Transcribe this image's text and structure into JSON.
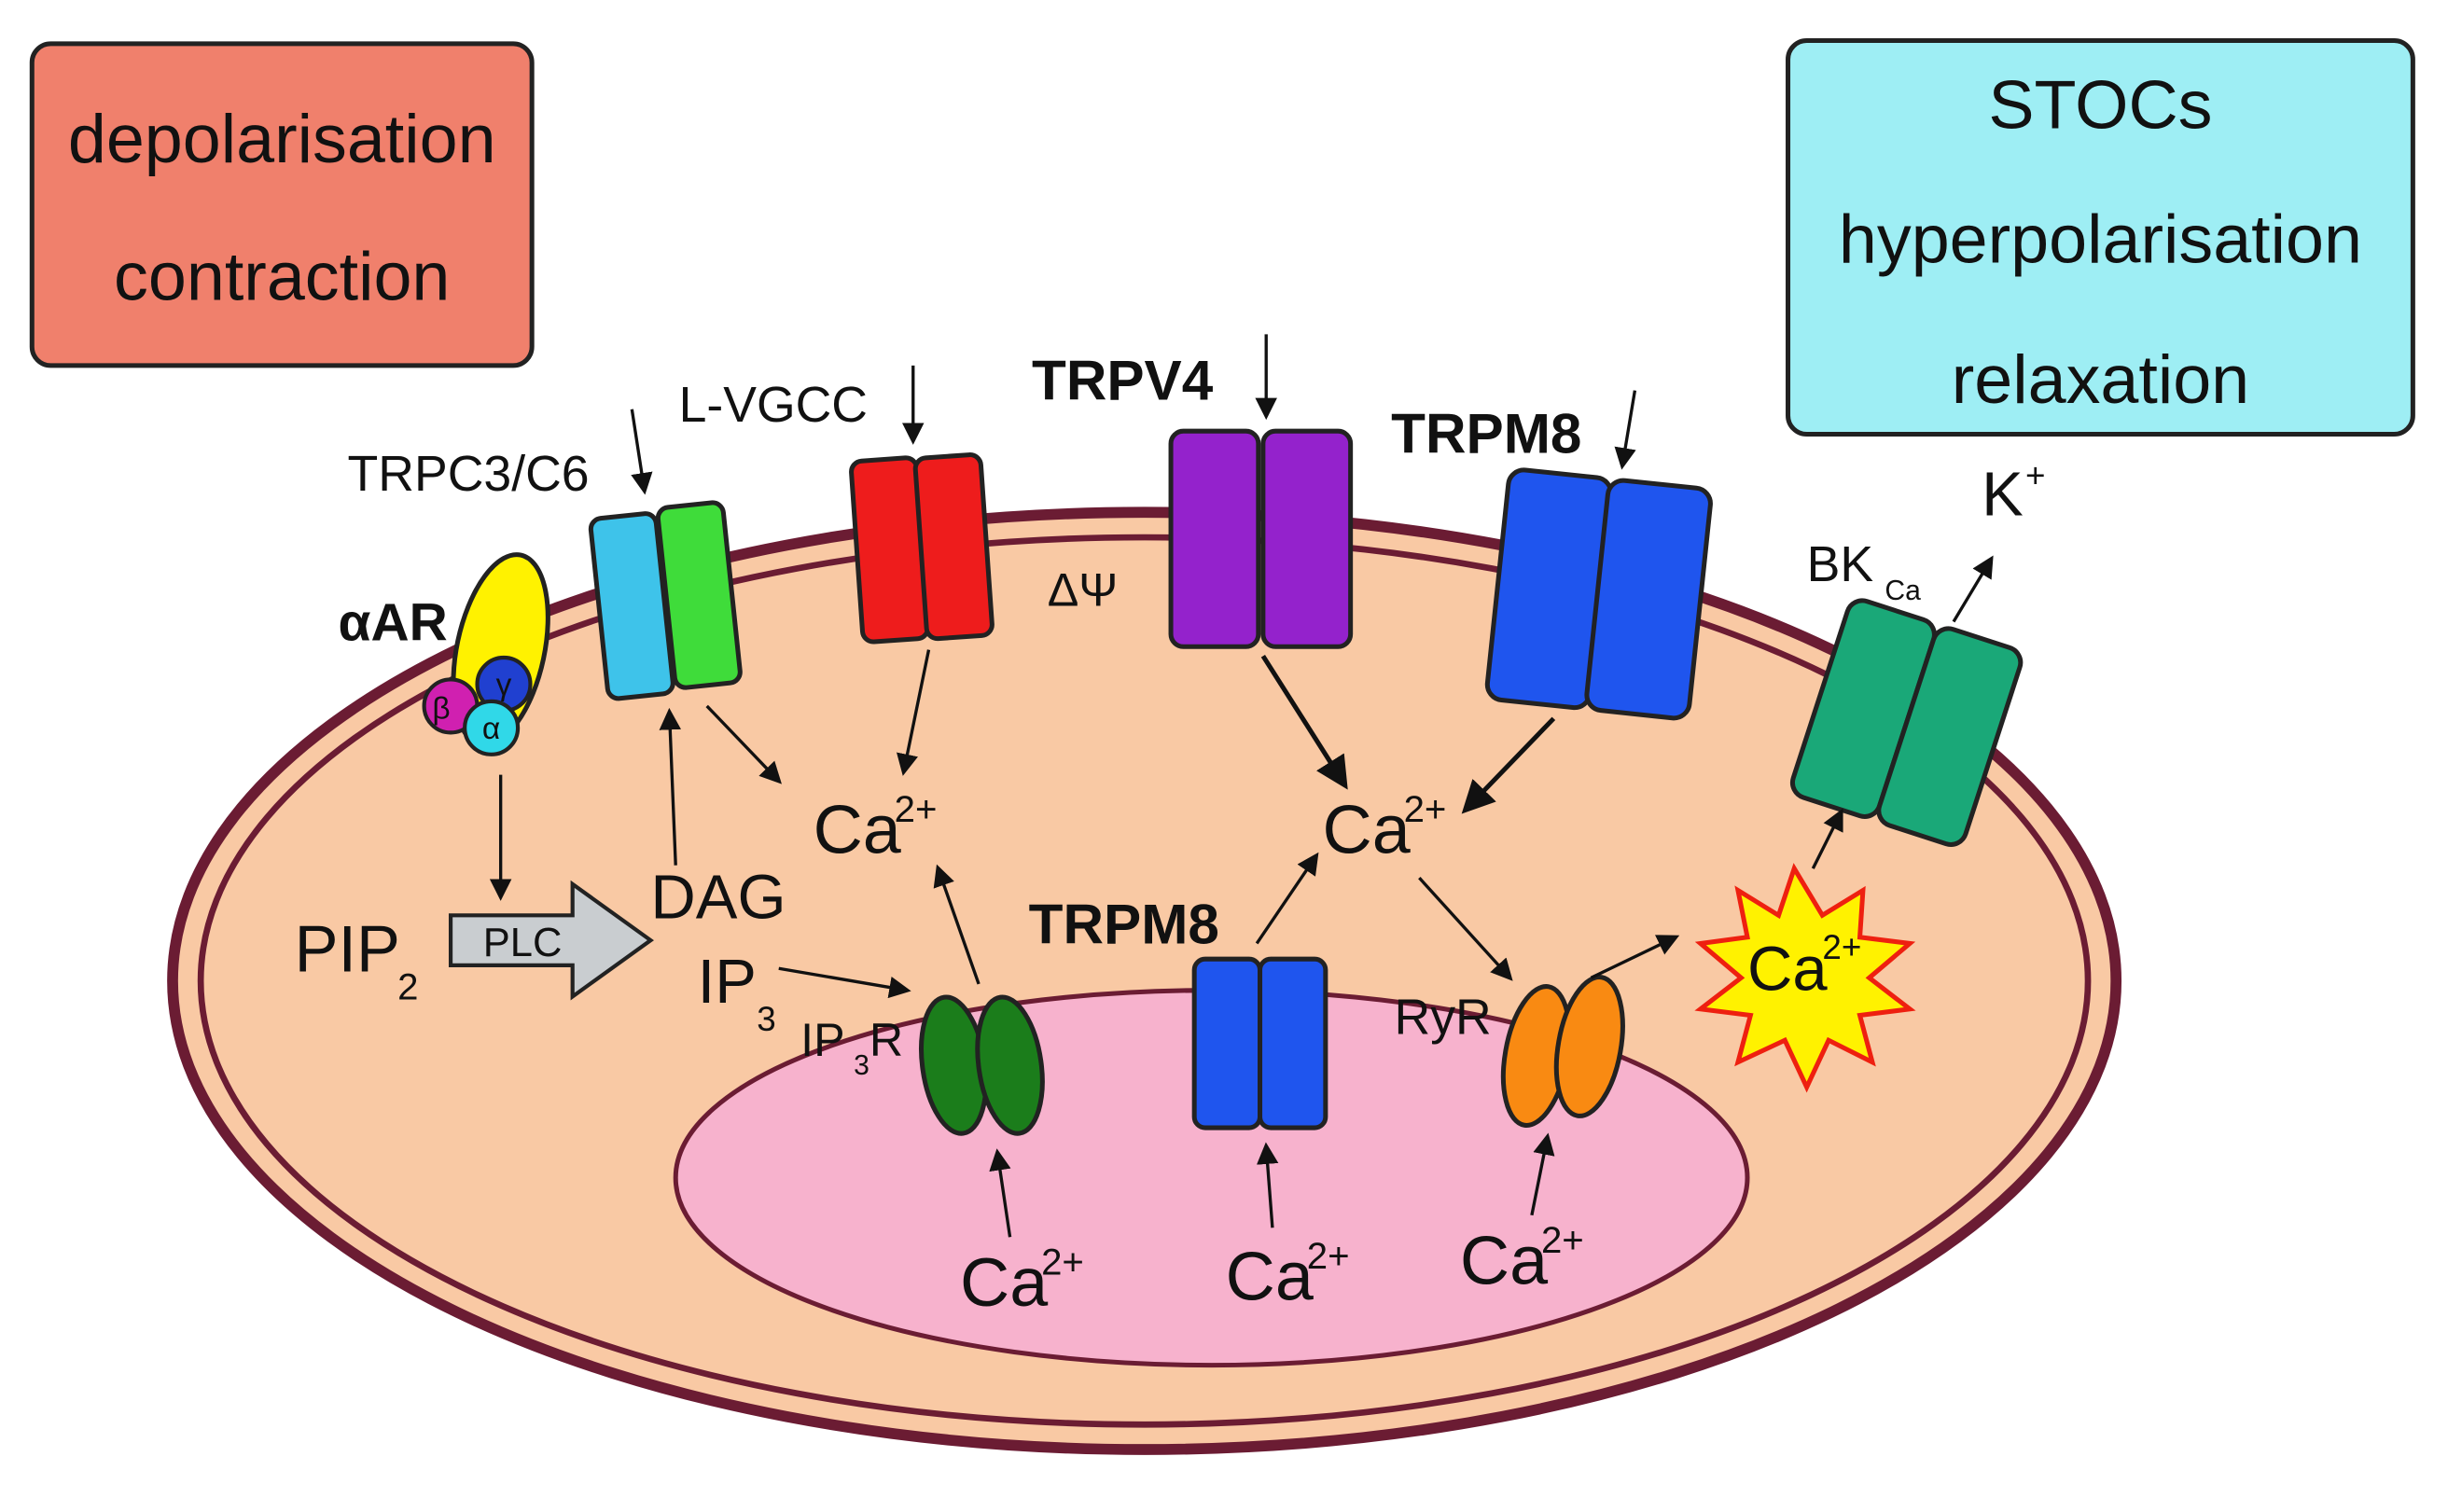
{
  "boxes": {
    "left": {
      "line1": "depolarisation",
      "line2": "contraction",
      "color": "#f0806c"
    },
    "right": {
      "line1": "STOCs",
      "line2": "hyperpolarisation",
      "line3": "relaxation",
      "color": "#9eeef4"
    }
  },
  "labels": {
    "trpc": "TRPC3/C6",
    "lvgcc": "L-VGCC",
    "trpv4": "TRPV4",
    "trpm8_pm": "TRPM8",
    "trpm8_sr": "TRPM8",
    "delta_psi": "ΔΨ",
    "alpha_ar": "αAR",
    "g_beta": "β",
    "g_gamma": "γ",
    "g_alpha": "α",
    "pip": "PIP",
    "pip_sub": "2",
    "plc": "PLC",
    "dag": "DAG",
    "ip": "IP",
    "ip_sub": "3",
    "ip3r_a": "IP",
    "ip3r_sub": "3",
    "ip3r_b": "R",
    "ryr": "RyR",
    "bk": "BK",
    "bk_sub": "Ca",
    "k": "K",
    "k_sup": "+",
    "ca": "Ca",
    "ca_sup": "2+"
  },
  "colors": {
    "cell_fill": "#f9c9a4",
    "membrane": "#6b1c33",
    "sr_fill": "#f7b2cd",
    "trpc_left": "#3ec3ea",
    "trpc_right": "#3fdc3a",
    "lvgcc": "#ee1c1c",
    "trpv4": "#9422cc",
    "trpm8": "#1f55ee",
    "bkca": "#1aa878",
    "ip3r": "#1b7d1b",
    "ryr": "#f98a12",
    "alpha_ar": "#fff200",
    "g_beta": "#d020b0",
    "g_gamma": "#2040d0",
    "g_alpha": "#30d8e8",
    "plc_arrow": "#c9cdd0",
    "spark": "#fff200",
    "spark_edge": "#ee2010"
  }
}
